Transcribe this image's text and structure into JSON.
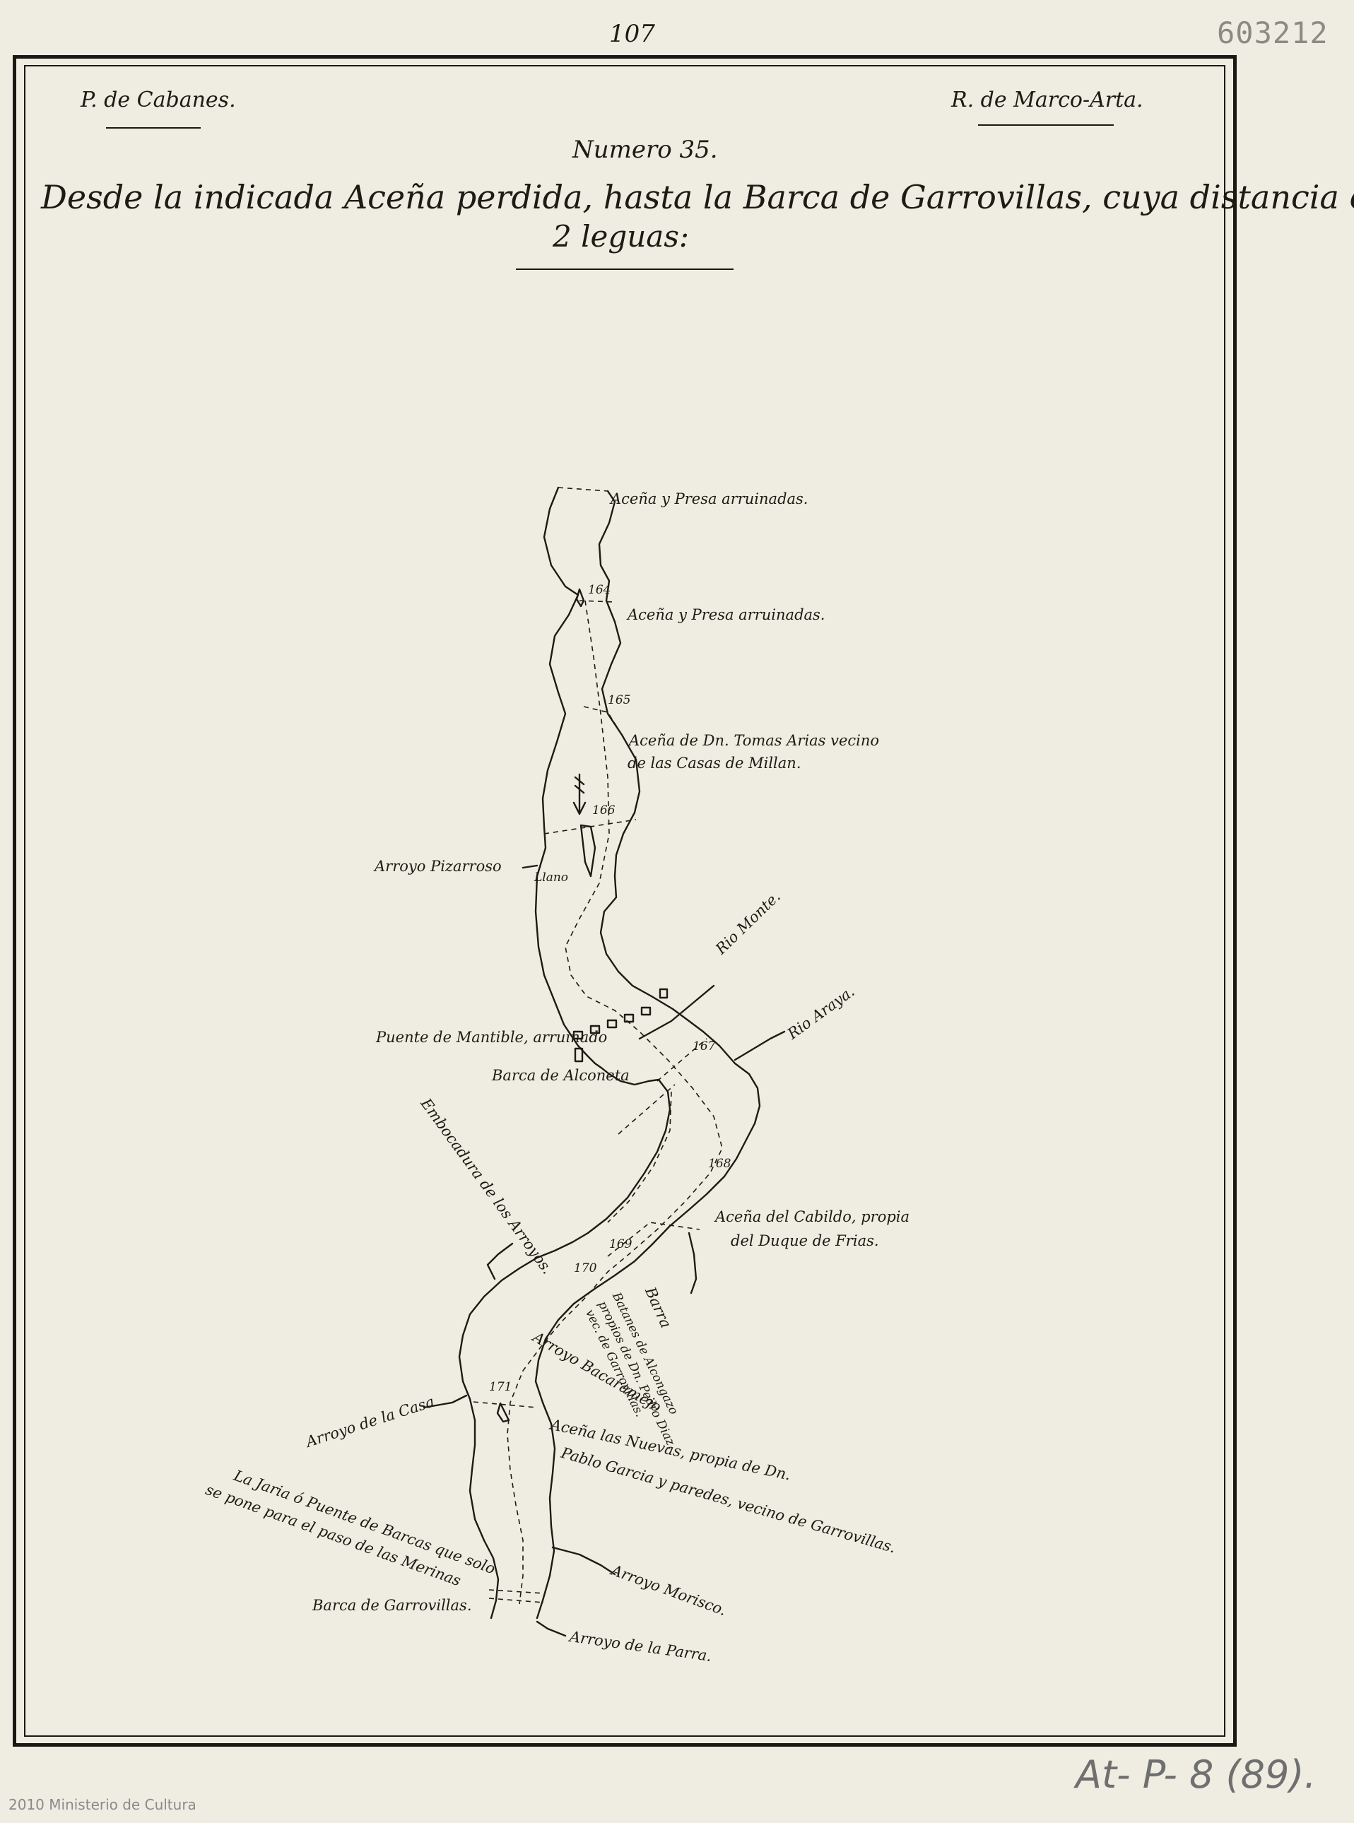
{
  "header": {
    "page_number": "107",
    "catalog_number": "603212",
    "author_left": "P. de Cabanes.",
    "author_right": "R. de Marco-Arta.",
    "sheet_number": "Numero 35.",
    "title_line1": "Desde la indicada Aceña perdida, hasta la Barca de Garrovillas, cuya distancia es de",
    "title_line2": "2 leguas:"
  },
  "map": {
    "markers": {
      "m164": "164",
      "m165": "165",
      "m166": "166",
      "m167": "167",
      "m168": "168",
      "m169": "169",
      "m170": "170",
      "m171": "171"
    },
    "labels": {
      "acena_presa_1": "Aceña y Presa arruinadas.",
      "acena_presa_2": "Aceña y Presa arruinadas.",
      "acena_tomas_1": "Aceña de Dn. Tomas Arias vecino",
      "acena_tomas_2": "de las Casas de Millan.",
      "arroyo_pizarroso": "Arroyo Pizarroso",
      "llano": "Llano",
      "rio_monte": "Rio Monte.",
      "rio_araya": "Rio Araya.",
      "puente_mantible": "Puente de Mantible, arruinado",
      "barca_alconeta": "Barca de Alconeta",
      "embocadura": "Embocadura de los Arroyos.",
      "acena_cabildo_1": "Aceña del Cabildo, propia",
      "acena_cabildo_2": "del Duque de Frias.",
      "barra": "Barra",
      "batanes_1": "Batanes de Alcongazo",
      "batanes_2": "propios de Dn. Pedro Diaz,",
      "batanes_3": "vec. de Garrovillas.",
      "arroyo_bacaramejo": "Arroyo Bacaramejo",
      "arroyo_casa": "Arroyo de la Casa",
      "acena_nuevas_1": "Aceña las Nuevas, propia de Dn.",
      "acena_nuevas_2": "Pablo Garcia y paredes, vecino de Garrovillas.",
      "jaria_1": "La Jaria ó Puente de Barcas que solo",
      "jaria_2": "se pone para el paso de las Merinas",
      "arroyo_morisco": "Arroyo Morisco.",
      "barca_garrovillas": "Barca de Garrovillas.",
      "arroyo_parra": "Arroyo de la Parra."
    }
  },
  "footer": {
    "copyright": "2010 Ministerio de Cultura",
    "shelfmark": "At- P- 8 (89)."
  },
  "colors": {
    "paper": "#efece1",
    "ink": "#1e1a14",
    "grey_stamp": "#8a8a8a"
  }
}
